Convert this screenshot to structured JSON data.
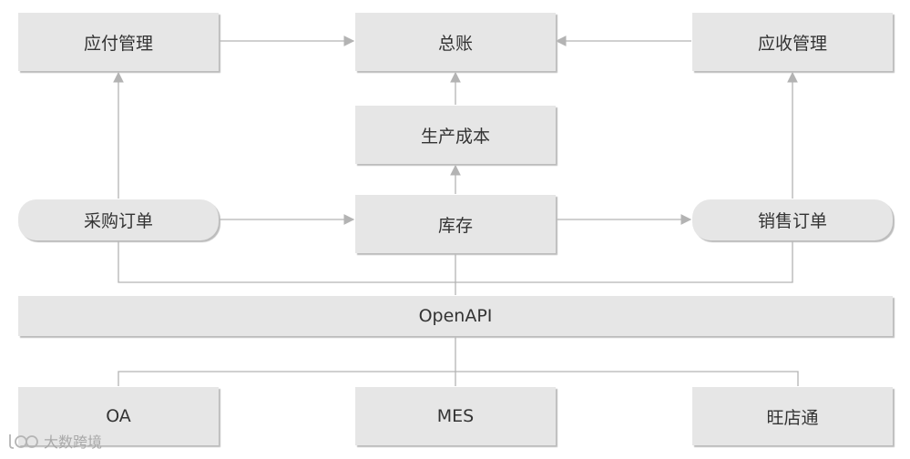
{
  "nodes": {
    "ap": "应付管理",
    "gl": "总账",
    "ar": "应收管理",
    "cost": "生产成本",
    "po": "采购订单",
    "inv": "库存",
    "so": "销售订单",
    "api": "OpenAPI",
    "oa": "OA",
    "mes": "MES",
    "wdt": "旺店通"
  },
  "watermark": "大数跨境"
}
